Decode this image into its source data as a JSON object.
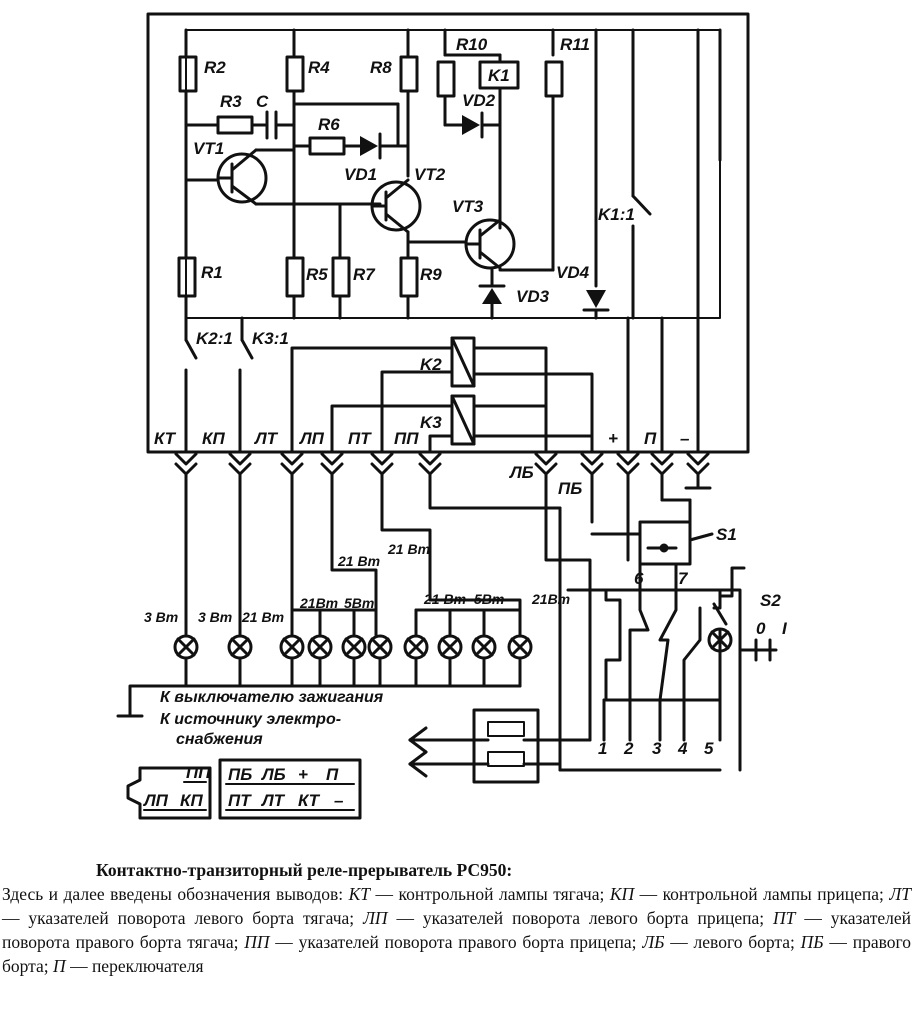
{
  "schematic": {
    "resistors": [
      "R1",
      "R2",
      "R3",
      "R4",
      "R5",
      "R6",
      "R7",
      "R8",
      "R9",
      "R10",
      "R11"
    ],
    "capacitor": "C",
    "transistors": [
      "VT1",
      "VT2",
      "VT3"
    ],
    "diodes": [
      "VD1",
      "VD2",
      "VD3",
      "VD4"
    ],
    "relays": [
      "K1",
      "K2",
      "K3"
    ],
    "contacts": [
      "K2:1",
      "K3:1",
      "K1:1"
    ],
    "terminals": [
      "КТ",
      "КП",
      "ЛТ",
      "ЛП",
      "ПТ",
      "ПП",
      "ЛБ",
      "ПБ",
      "+",
      "П",
      "–"
    ],
    "lamps": {
      "kt": "3 Вт",
      "kp": "3 Вт",
      "lt": "21 Вт",
      "lp_21": "21Вт",
      "lp_5": "5Вт",
      "pt": "21 Вт",
      "pp_21": "21 Вт",
      "pp_5": "5Вт",
      "pp_21b": "21 Вт",
      "pp_21c": "21Вт"
    },
    "switch_s1": "S1",
    "switch_s2": "S2",
    "s2_positions": [
      "0",
      "I"
    ],
    "s1_pins": [
      "6",
      "7"
    ],
    "connector_pins": [
      "1",
      "2",
      "3",
      "4",
      "5"
    ],
    "note_ignition": "К выключателю зажигания",
    "note_supply_1": "К источнику электро-",
    "note_supply_2": "снабжения",
    "pinout_small": {
      "top": "ПП",
      "bottom_left": "ЛП",
      "bottom_right": "КП"
    },
    "pinout_large": {
      "top": [
        "ПБ",
        "ЛБ",
        "+",
        "П"
      ],
      "bottom": [
        "ПТ",
        "ЛТ",
        "КТ",
        "–"
      ]
    }
  },
  "caption": {
    "title": "Контактно-транзиторный реле-прерыватель РС950:",
    "intro": "Здесь и далее введены обозначения выводов: ",
    "items": [
      {
        "code": "КТ",
        "text": " — контрольной лампы тягача; "
      },
      {
        "code": "КП",
        "text": " — контрольной лампы прицепа; "
      },
      {
        "code": "ЛТ",
        "text": " — указателей поворота левого борта тягача; "
      },
      {
        "code": "ЛП",
        "text": " — указателей поворота левого борта прицепа; "
      },
      {
        "code": "ПТ",
        "text": " — указателей поворота правого борта тягача; "
      },
      {
        "code": "ПП",
        "text": " — указателей поворота правого борта прицепа; "
      },
      {
        "code": "ЛБ",
        "text": " — левого борта; "
      },
      {
        "code": "ПБ",
        "text": " — правого борта; "
      },
      {
        "code": "П",
        "text": " — переключателя"
      }
    ]
  }
}
